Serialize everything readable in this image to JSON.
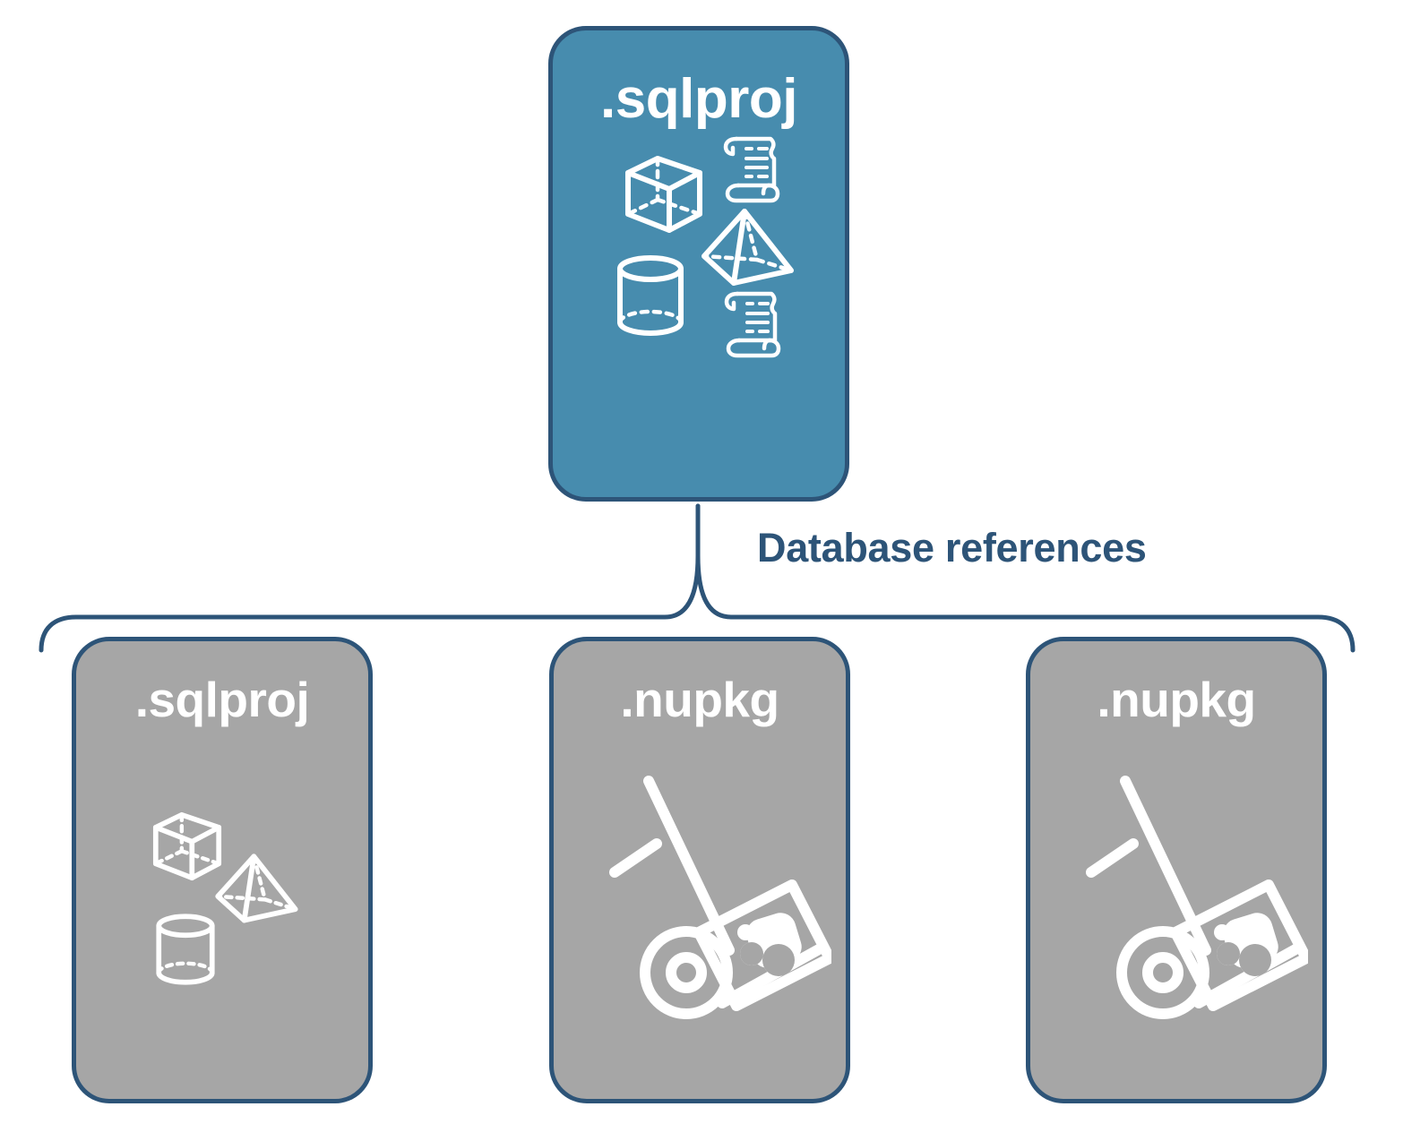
{
  "diagram": {
    "title": "Database references",
    "colors": {
      "primary_card_fill": "#478cae",
      "secondary_card_fill": "#a6a6a6",
      "stroke": "#2d5478",
      "icon": "#ffffff",
      "background": "#ffffff"
    },
    "connector": {
      "label": "Database references",
      "style": "curly-brace",
      "direction": "up"
    },
    "root": {
      "label": ".sqlproj",
      "type": "sql-project",
      "fill": "#478cae",
      "icons": [
        "cube-icon",
        "scroll-icon",
        "pyramid-icon",
        "cylinder-icon",
        "scroll-icon"
      ]
    },
    "references": [
      {
        "label": ".sqlproj",
        "type": "sql-project",
        "fill": "#a6a6a6",
        "icons": [
          "cube-icon",
          "pyramid-icon",
          "cylinder-icon"
        ]
      },
      {
        "label": ".nupkg",
        "type": "nuget-package",
        "fill": "#a6a6a6",
        "icons": [
          "hand-truck-package-icon"
        ]
      },
      {
        "label": ".nupkg",
        "type": "nuget-package",
        "fill": "#a6a6a6",
        "icons": [
          "hand-truck-package-icon"
        ]
      }
    ]
  }
}
